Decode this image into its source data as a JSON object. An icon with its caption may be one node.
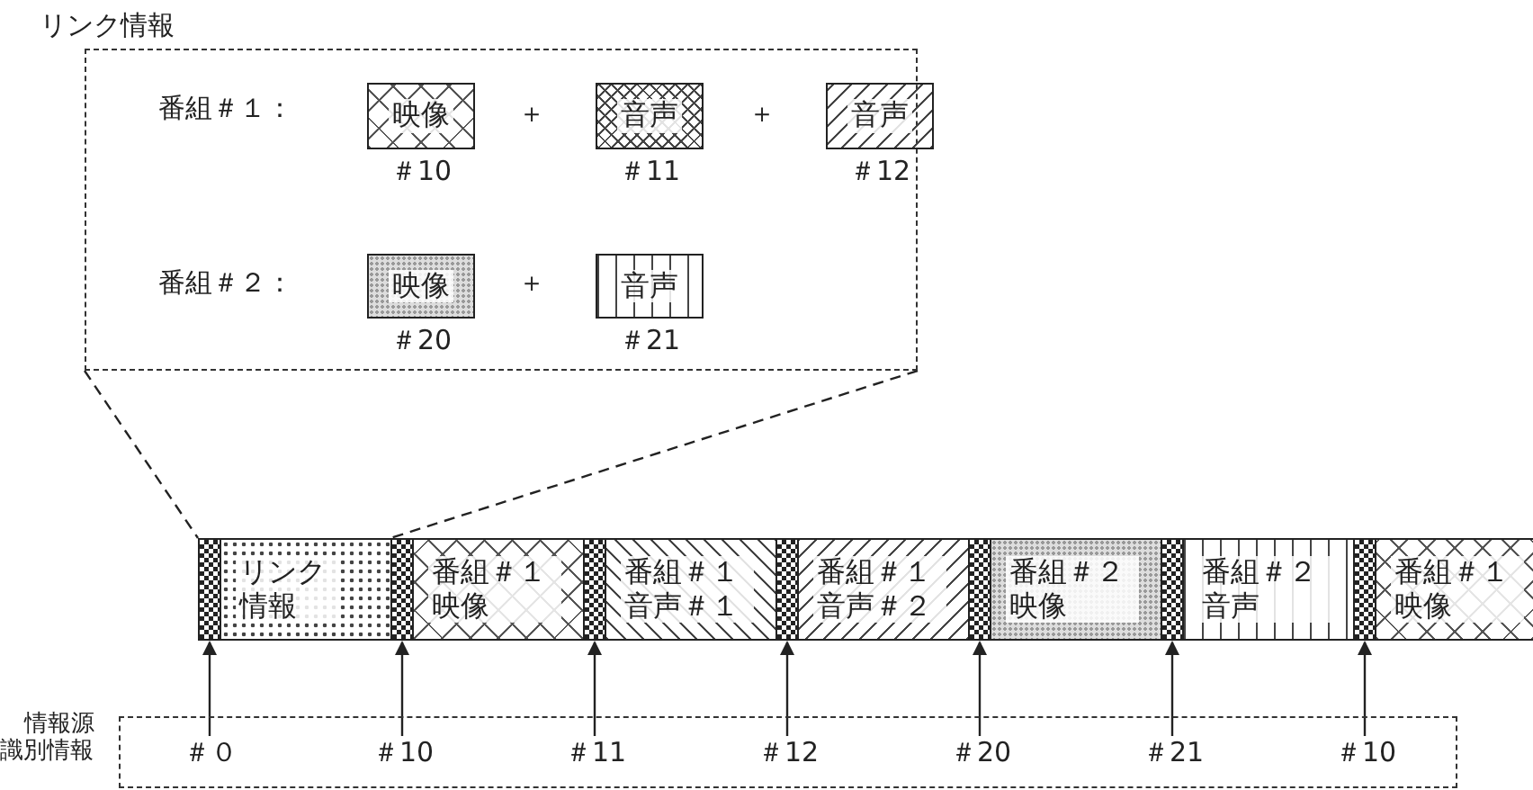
{
  "diagram": {
    "nodes": [
      {
        "text": [
          "リンク情報"
        ]
      },
      {
        "text": [
          "映像"
        ],
        "in": 0,
        "beside": [
          "＃10"
        ]
      },
      {
        "text": [
          "音声"
        ],
        "in": 0,
        "beside": [
          "＃11"
        ]
      },
      {
        "text": [
          "音声"
        ],
        "in": 0,
        "beside": [
          "＃12"
        ]
      },
      {
        "text": [
          "映像"
        ],
        "in": 0,
        "beside": [
          "＃20"
        ]
      },
      {
        "text": [
          "音声"
        ],
        "in": 0,
        "beside": [
          "＃21"
        ]
      },
      {
        "text": [],
        "shape": "bar"
      },
      {
        "text": [
          "リンク情報"
        ]
      },
      {
        "text": [],
        "shape": "bar"
      },
      {
        "text": [
          "番組＃１映像"
        ]
      },
      {
        "text": [],
        "shape": "bar"
      },
      {
        "text": [
          "番組＃１音声＃１"
        ]
      },
      {
        "text": [],
        "shape": "bar"
      },
      {
        "text": [
          "番組＃１音声＃２"
        ]
      },
      {
        "text": [],
        "shape": "bar"
      },
      {
        "text": [
          "番組＃２映像"
        ]
      },
      {
        "text": [],
        "shape": "bar"
      },
      {
        "text": [
          "番組＃２音声"
        ]
      },
      {
        "text": [],
        "shape": "bar"
      },
      {
        "text": [
          "番組＃１映像"
        ]
      },
      {
        "text": [
          "情報源識別情報"
        ]
      },
      {
        "text": [
          "＃０"
        ],
        "in": 20
      },
      {
        "text": [
          "＃10"
        ],
        "in": 20
      },
      {
        "text": [
          "＃11"
        ],
        "in": 20
      },
      {
        "text": [
          "＃12"
        ],
        "in": 20
      },
      {
        "text": [
          "＃20"
        ],
        "in": 20
      },
      {
        "text": [
          "＃21"
        ],
        "in": 20
      },
      {
        "text": [
          "＃10"
        ],
        "in": 20
      }
    ],
    "edges": [
      {
        "from": 0,
        "to": 6,
        "arrow": "none",
        "style": "dashed"
      },
      {
        "from": 0,
        "to": 7,
        "arrow": "none",
        "style": "dashed"
      },
      {
        "from": 21,
        "to": 6,
        "arrow": "to"
      },
      {
        "from": 22,
        "to": 8,
        "arrow": "to"
      },
      {
        "from": 23,
        "to": 10,
        "arrow": "to"
      },
      {
        "from": 24,
        "to": 12,
        "arrow": "to"
      },
      {
        "from": 25,
        "to": 14,
        "arrow": "to"
      },
      {
        "from": 26,
        "to": 16,
        "arrow": "to"
      },
      {
        "from": 27,
        "to": 18,
        "arrow": "to"
      }
    ],
    "labels": [
      "番組＃１：",
      "＋",
      "＋",
      "番組＃２：",
      "＋"
    ]
  }
}
